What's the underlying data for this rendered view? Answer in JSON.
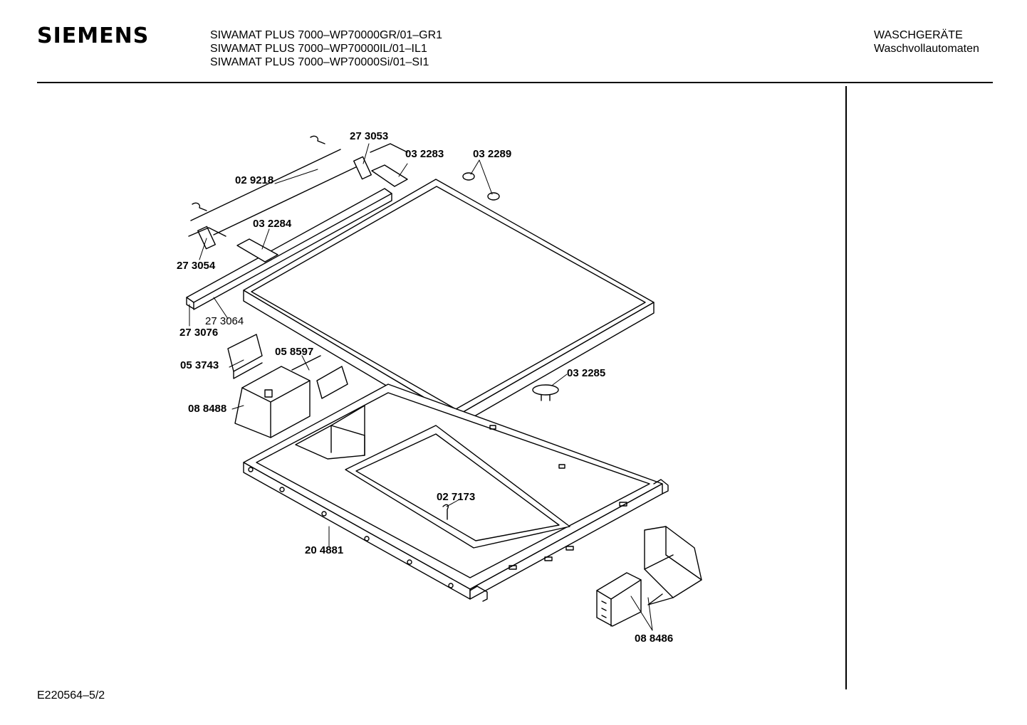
{
  "header": {
    "brand": "SIEMENS",
    "models": [
      "SIWAMAT PLUS 7000–WP70000GR/01–GR1",
      "SIWAMAT PLUS 7000–WP70000IL/01–IL1",
      "SIWAMAT PLUS 7000–WP70000Si/01–SI1"
    ],
    "category_line1": "WASCHGERÄTE",
    "category_line2": "Waschvollautomaten"
  },
  "footer": {
    "code": "E220564–5/2"
  },
  "parts": {
    "p273053": "27 3053",
    "p032283": "03 2283",
    "p032289": "03 2289",
    "p029218": "02 9218",
    "p032284": "03 2284",
    "p273054": "27 3054",
    "p273064": "27 3064",
    "p273076": "27 3076",
    "p058597": "05 8597",
    "p053743": "05 3743",
    "p032285": "03 2285",
    "p088488": "08 8488",
    "p027173": "02 7173",
    "p204881": "20 4881",
    "p088486": "08 8486"
  },
  "colors": {
    "line": "#000000",
    "panel_fill": "#e6e6e6",
    "background": "#ffffff"
  }
}
